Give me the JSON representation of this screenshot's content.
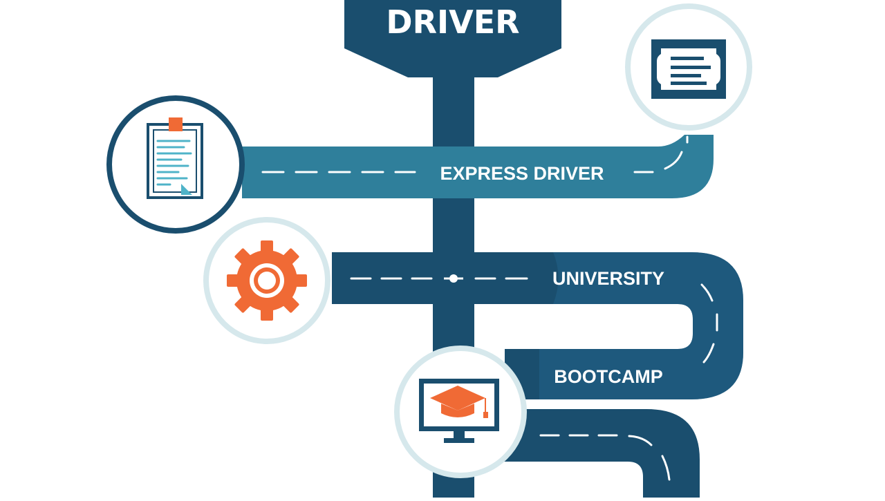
{
  "title": "DRIVER",
  "routes": [
    {
      "label": "EXPRESS DRIVER"
    },
    {
      "label": "UNIVERSITY"
    },
    {
      "label": "BOOTCAMP"
    }
  ],
  "icons": [
    {
      "name": "certificate-icon"
    },
    {
      "name": "clipboard-document-icon"
    },
    {
      "name": "gear-icon"
    },
    {
      "name": "graduation-cap-monitor-icon"
    }
  ],
  "colors": {
    "navy": "#1a4e6e",
    "teal": "#2f7f9b",
    "light_ring": "#d6e8ec",
    "orange": "#f06a35",
    "white": "#ffffff"
  }
}
